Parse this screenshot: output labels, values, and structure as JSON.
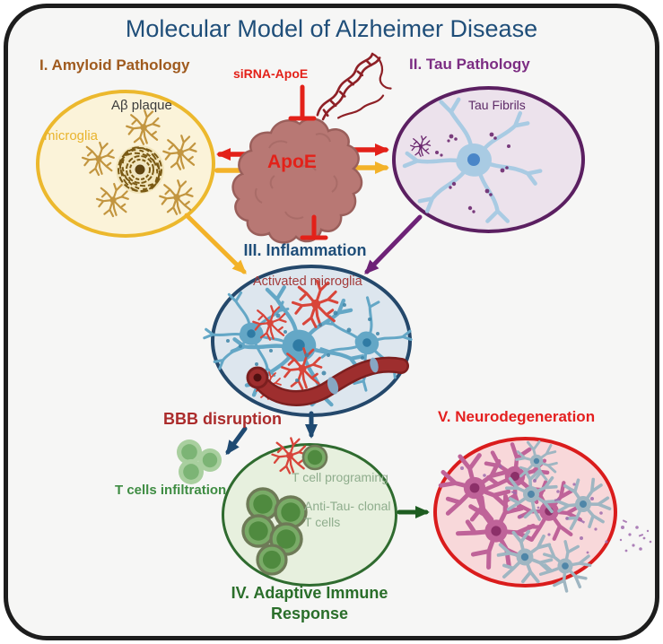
{
  "title": "Molecular Model of Alzheimer Disease",
  "center": {
    "sirna_label": "siRNA-ApoE",
    "apoe_label": "ApoE"
  },
  "sections": {
    "amyloid": {
      "heading": "I. Amyloid Pathology",
      "plaque_label": "Aβ plaque",
      "microglia_label": "microglia"
    },
    "tau": {
      "heading": "II. Tau Pathology",
      "fibrils_label": "Tau Fibrils"
    },
    "inflammation": {
      "heading": "III. Inflammation",
      "microglia_label": "Activated microglia",
      "bbb_label": "BBB disruption"
    },
    "adaptive": {
      "heading": "IV. Adaptive Immune\nResponse",
      "tcell_infiltration_label": "T cells infiltration",
      "tcell_programing_label": "T cell programing",
      "anti_tau_label": "Anti-Tau- clonal\nT cells"
    },
    "neurodegeneration": {
      "heading": "V. Neurodegeneration"
    }
  },
  "colors": {
    "bg": "#f6f6f5",
    "frame": "#1d1d1d",
    "title": "#1f4e79",
    "red": "#e32119",
    "yellow": "#f3b229",
    "purple": "#6e2277",
    "navy": "#1f4a72",
    "green_arrow": "#1d5c20",
    "amyloid_heading": "#9f5a1e",
    "amyloid_fill": "#fbf3d9",
    "amyloid_border": "#ecb82d",
    "microglia_label": "#e9b42e",
    "plaque_label": "#3c3c3c",
    "plaque_art": "#7a5a14",
    "plaque_core": "#5f4410",
    "mg_tan": "#c2953f",
    "apoe_fill": "#b87874",
    "apoe_stroke": "#9a5f5b",
    "rna": "#8e2026",
    "tau_heading": "#7c2d83",
    "tau_fill": "#ece2ec",
    "tau_border": "#5b1f61",
    "tau_fibrils_label": "#5e2b68",
    "tau_neuron": "#a9cbe3",
    "tau_nucleus": "#4a86c8",
    "tangle": "#6d2a70",
    "inflammation_heading": "#1f4e79",
    "inflammation_fill": "#dde6ee",
    "inflammation_border": "#24486b",
    "activated_microglia_label": "#a33b3b",
    "neuron_blue": "#64a7c6",
    "neuron_nucleus": "#2f7ba4",
    "mg_red": "#d8453a",
    "vessel": "#9e2e2e",
    "vessel_dark": "#7c1f1f",
    "vessel_core": "#4f1010",
    "dot_blue": "#3e85a8",
    "bbb_label": "#ab2b2b",
    "t_infiltration_label": "#3e8c42",
    "adaptive_heading": "#2a6e2a",
    "adaptive_fill": "#e7f0de",
    "adaptive_border": "#2f6b2f",
    "adaptive_inner_label": "#8fad8d",
    "tcell_light": "#a9cf9f",
    "tcell_light_inner": "#7cb475",
    "tcell_dark": "#79ab67",
    "tcell_dark_inner": "#4f8a3f",
    "tcell_stroke": "#6e7a57",
    "neuro_heading": "#e41f1f",
    "neuro_fill": "#f8d8da",
    "neuro_border": "#da1c1c",
    "neuron_magenta": "#bf6399",
    "neuron_magenta_nucleus": "#8c3069",
    "neuron_gray": "#9fb6c2",
    "neuron_gray_nucleus": "#4f86a8",
    "debris": "#a06cae"
  }
}
